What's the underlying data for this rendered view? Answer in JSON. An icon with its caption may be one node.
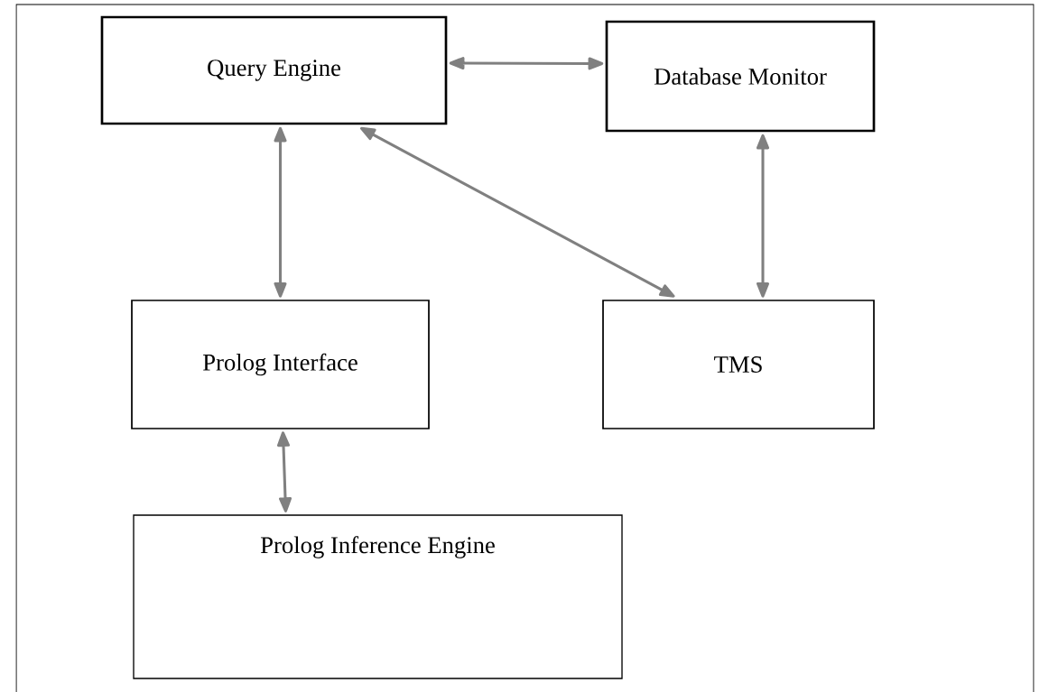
{
  "diagram": {
    "nodes": [
      {
        "text": [
          "Query Engine"
        ]
      },
      {
        "text": [
          "Database Monitor"
        ]
      },
      {
        "text": [
          "Prolog Interface"
        ]
      },
      {
        "text": [
          "TMS"
        ]
      },
      {
        "text": [
          "Prolog Inference Engine"
        ]
      }
    ],
    "edges": [
      {
        "from": 0,
        "to": 1,
        "arrow": "both"
      },
      {
        "from": 0,
        "to": 2,
        "arrow": "both"
      },
      {
        "from": 0,
        "to": 3,
        "arrow": "both"
      },
      {
        "from": 1,
        "to": 3,
        "arrow": "both"
      },
      {
        "from": 2,
        "to": 4,
        "arrow": "both"
      }
    ]
  }
}
